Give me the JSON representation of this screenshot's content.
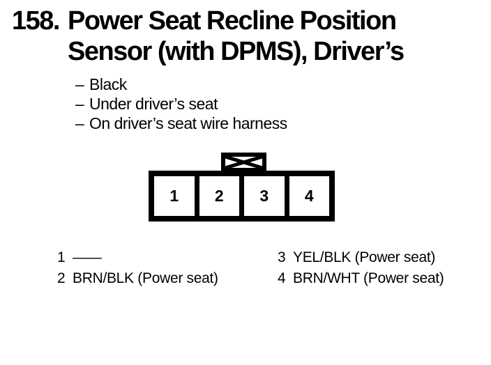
{
  "colors": {
    "ink": "#000000",
    "paper": "#ffffff"
  },
  "header": {
    "item_number": "158.",
    "title_line1": "Power Seat Recline Position",
    "title_line2": "Sensor (with DPMS), Driver’s"
  },
  "details": {
    "dash": "–",
    "items": [
      "Black",
      "Under driver’s seat",
      "On driver’s seat wire harness"
    ]
  },
  "connector": {
    "cavities": [
      "1",
      "2",
      "3",
      "4"
    ]
  },
  "pin_legend": {
    "columns": [
      {
        "entries": [
          {
            "pin": "1",
            "wire": "——"
          },
          {
            "pin": "2",
            "wire": "BRN/BLK (Power seat)"
          }
        ]
      },
      {
        "entries": [
          {
            "pin": "3",
            "wire": "YEL/BLK (Power seat)"
          },
          {
            "pin": "4",
            "wire": "BRN/WHT (Power seat)"
          }
        ]
      }
    ]
  }
}
